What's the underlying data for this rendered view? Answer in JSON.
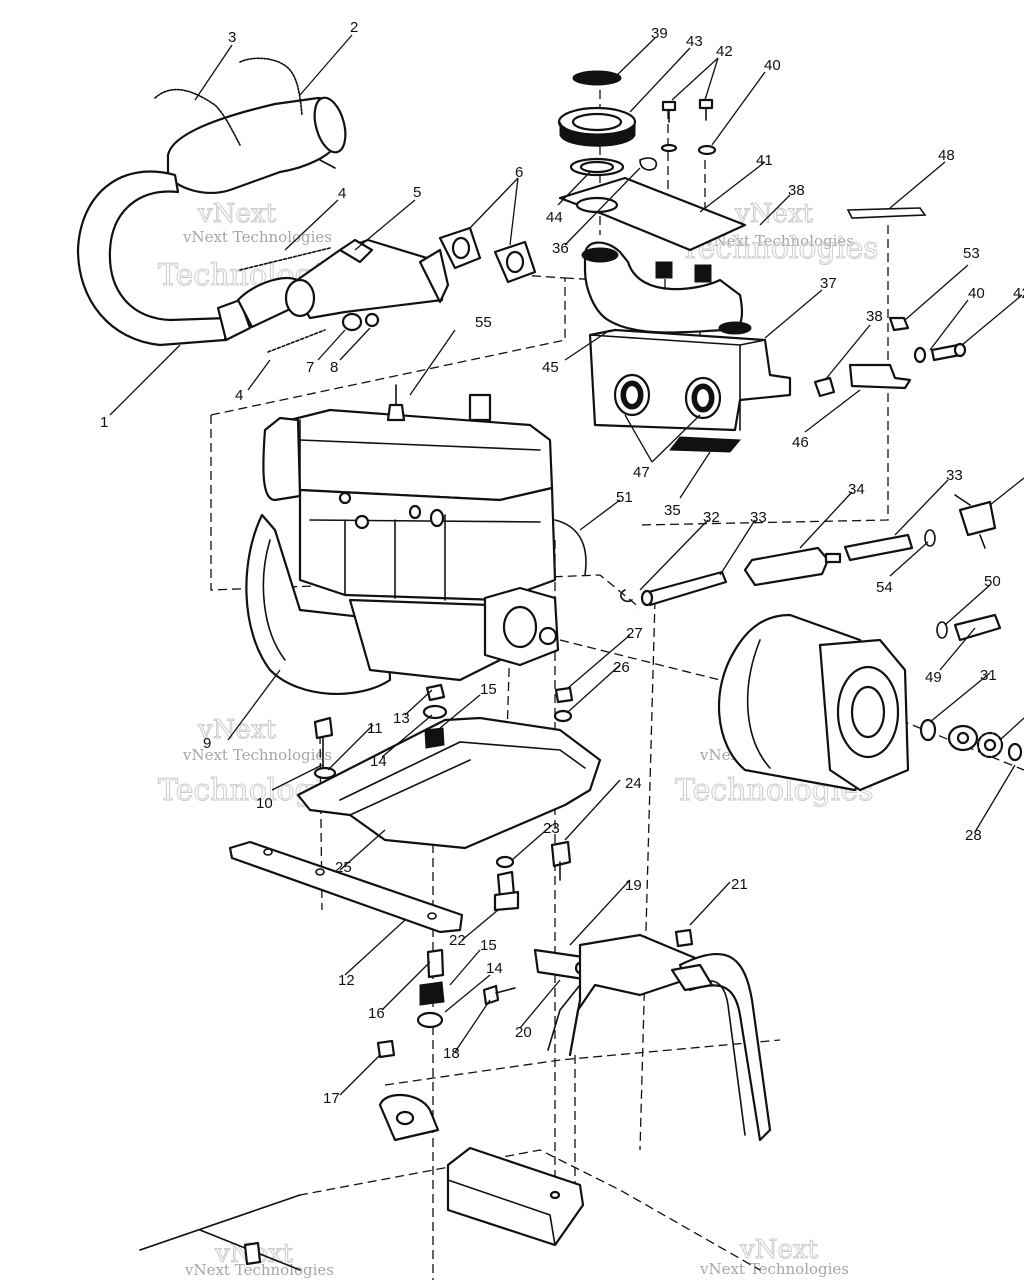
{
  "watermark": {
    "brand": "vNext",
    "name": "Technologies",
    "full": "vNext Technologies"
  },
  "callouts": [
    "1",
    "2",
    "3",
    "4",
    "4",
    "5",
    "6",
    "7",
    "8",
    "9",
    "10",
    "11",
    "12",
    "13",
    "14",
    "14",
    "15",
    "15",
    "16",
    "17",
    "18",
    "19",
    "20",
    "21",
    "22",
    "23",
    "24",
    "25",
    "26",
    "27",
    "28",
    "31",
    "32",
    "33",
    "33",
    "34",
    "35",
    "36",
    "37",
    "38",
    "38",
    "39",
    "40",
    "40",
    "41",
    "42",
    "42",
    "43",
    "44",
    "45",
    "46",
    "47",
    "48",
    "49",
    "50",
    "51",
    "53",
    "54",
    "55"
  ]
}
